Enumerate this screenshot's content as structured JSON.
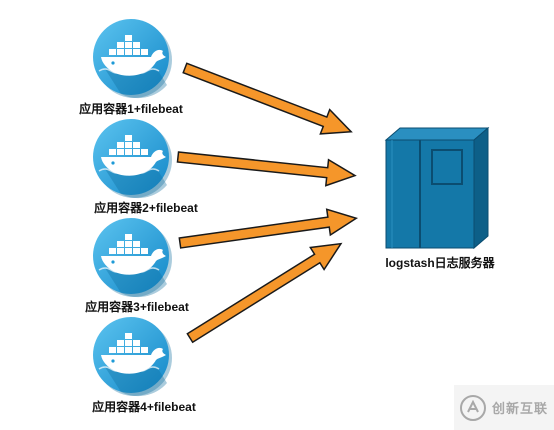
{
  "containers": [
    {
      "label": "应用容器1+filebeat"
    },
    {
      "label": "应用容器2+filebeat"
    },
    {
      "label": "应用容器3+filebeat"
    },
    {
      "label": "应用容器4+filebeat"
    }
  ],
  "server": {
    "label": "logstash日志服务器"
  },
  "watermark": {
    "text": "创新互联"
  },
  "colors": {
    "docker_circle": "#1d9ad6",
    "docker_circle_light": "#47b8ea",
    "whale": "#ffffff",
    "arrow_fill": "#f5962a",
    "arrow_stroke": "#1a1a1a",
    "server_front": "#1478a8",
    "server_side": "#0d5f88",
    "server_top": "#2a8fc0"
  },
  "icons": {
    "container": "docker-whale-icon",
    "server": "server-tower-icon",
    "watermark": "logo-icon"
  }
}
